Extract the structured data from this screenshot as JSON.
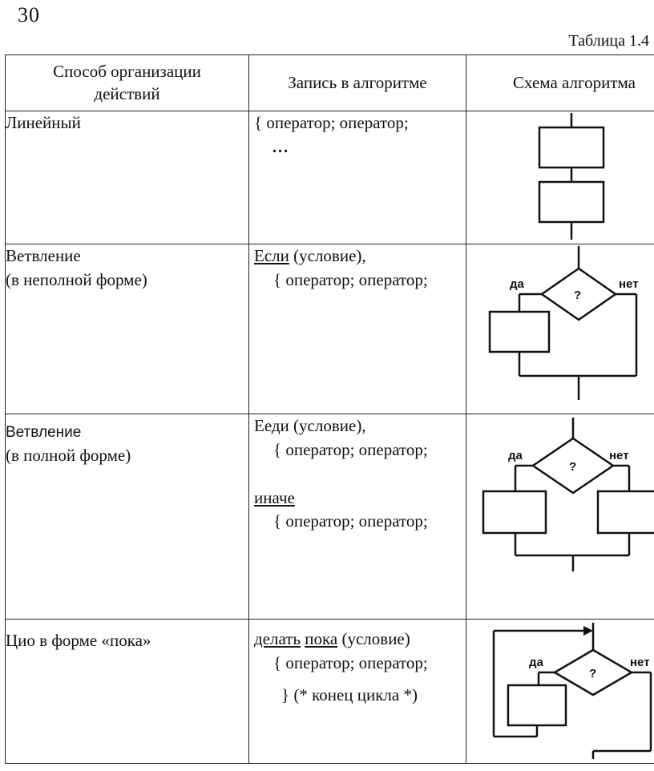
{
  "page": {
    "number": "30",
    "caption": "Таблица 1.4"
  },
  "headers": {
    "method": "Способ организации действий",
    "notation": "Запись в алгоритме",
    "scheme": "Схема алгоритма"
  },
  "rows": [
    {
      "method": "Линейный",
      "lines": [
        "{ оператор; оператор;",
        "…"
      ]
    },
    {
      "method_line1": "Ветвление",
      "method_line2": "(в неполной форме)",
      "kw1": "Если",
      "cond": " (условие),",
      "body": "{ оператор; оператор;",
      "yes": "да",
      "no": "нет",
      "q": "?"
    },
    {
      "method_line1": "Ветвление",
      "method_line2": "(в полной форме)",
      "head": "Ееди (условие),",
      "body1": "{ оператор; оператор;",
      "else": "иначе",
      "body2": "{ оператор; оператор;",
      "yes": "да",
      "no": "нет",
      "q": "?"
    },
    {
      "method": "Цио в форме «пока»",
      "kw1": "делать",
      "kw2": "пока",
      "cond": " (условие)",
      "body": "{ оператор; оператор;",
      "end": "} (* конец цикла *)",
      "yes": "да",
      "no": "нет",
      "q": "?"
    }
  ]
}
